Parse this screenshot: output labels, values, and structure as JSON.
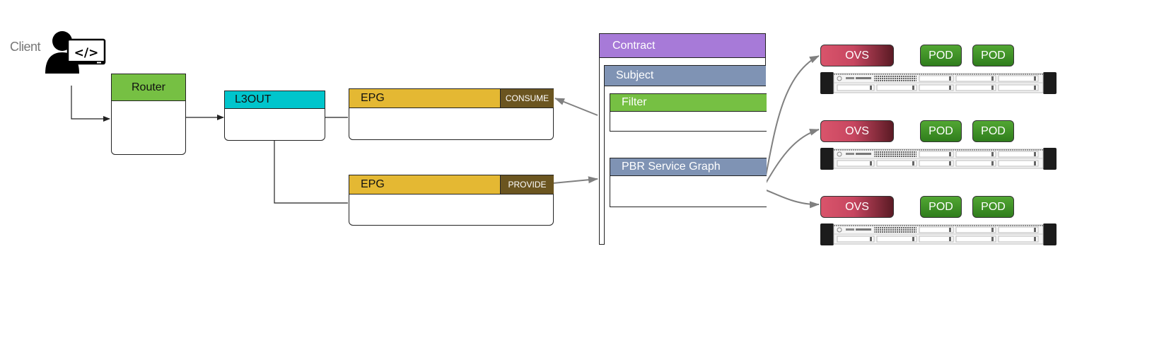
{
  "client": {
    "label": "Client",
    "icon": "developer-user-icon"
  },
  "router": {
    "label": "Router",
    "color": "#76c043"
  },
  "l3out": {
    "label": "L3OUT",
    "color": "#00c5cc"
  },
  "epg_consume": {
    "label": "EPG",
    "tag": "CONSUME",
    "color": "#e4b833",
    "tag_color": "#6b5520"
  },
  "epg_provide": {
    "label": "EPG",
    "tag": "PROVIDE",
    "color": "#e4b833",
    "tag_color": "#6b5520"
  },
  "contract": {
    "label": "Contract",
    "color": "#a77ad8",
    "subject": {
      "label": "Subject",
      "color": "#7f93b4"
    },
    "filter": {
      "label": "Filter",
      "color": "#76c043"
    },
    "service_graph": {
      "label": "PBR Service Graph",
      "color": "#7f93b4"
    }
  },
  "servers": [
    {
      "ovs": "OVS",
      "pods": [
        "POD",
        "POD"
      ]
    },
    {
      "ovs": "OVS",
      "pods": [
        "POD",
        "POD"
      ]
    },
    {
      "ovs": "OVS",
      "pods": [
        "POD",
        "POD"
      ]
    }
  ],
  "colors": {
    "line": "#222222",
    "arrow_gray": "#808080",
    "arrow_green": "#2e7d1a"
  }
}
